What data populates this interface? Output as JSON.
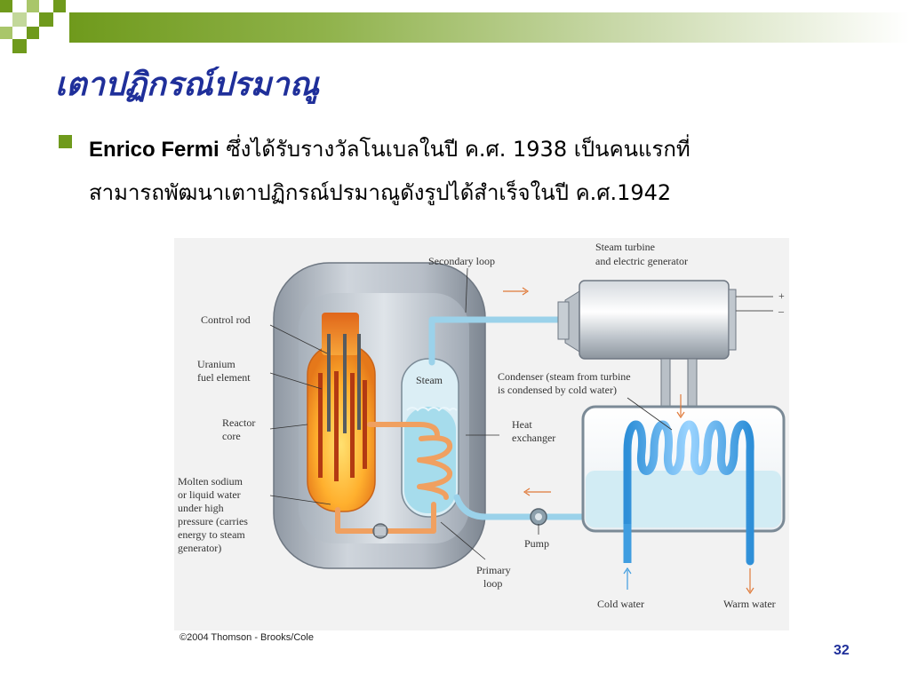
{
  "slide": {
    "title": "เตาปฏิกรณ์ปรมาณู",
    "bullet_name": "Enrico Fermi",
    "bullet_line1_rest": " ซึ่งได้รับรางวัลโนเบลในปี ค.ศ. 1938 เป็นคนแรกที่",
    "bullet_line2": "สามารถพัฒนาเตาปฏิกรณ์ปรมาณูดังรูปได้สำเร็จในปี ค.ศ.1942",
    "slide_number": "32",
    "accent_color": "#6f9a1c",
    "title_color": "#1f2f9a"
  },
  "diagram": {
    "labels": {
      "secondary_loop": "Secondary loop",
      "steam_turbine_1": "Steam turbine",
      "steam_turbine_2": "and electric generator",
      "control_rod": "Control rod",
      "uranium_1": "Uranium",
      "uranium_2": "fuel element",
      "reactor_1": "Reactor",
      "reactor_2": "core",
      "molten_1": "Molten sodium",
      "molten_2": "or liquid water",
      "molten_3": "under high",
      "molten_4": "pressure (carries",
      "molten_5": "energy to steam",
      "molten_6": "generator)",
      "steam": "Steam",
      "condenser_1": "Condenser (steam from turbine",
      "condenser_2": "is condensed by cold water)",
      "heat_exchanger_1": "Heat",
      "heat_exchanger_2": "exchanger",
      "pump": "Pump",
      "primary_loop_1": "Primary",
      "primary_loop_2": "loop",
      "cold_water": "Cold water",
      "warm_water": "Warm water",
      "plus": "+",
      "minus": "–"
    },
    "copyright": "©2004 Thomson - Brooks/Cole"
  }
}
